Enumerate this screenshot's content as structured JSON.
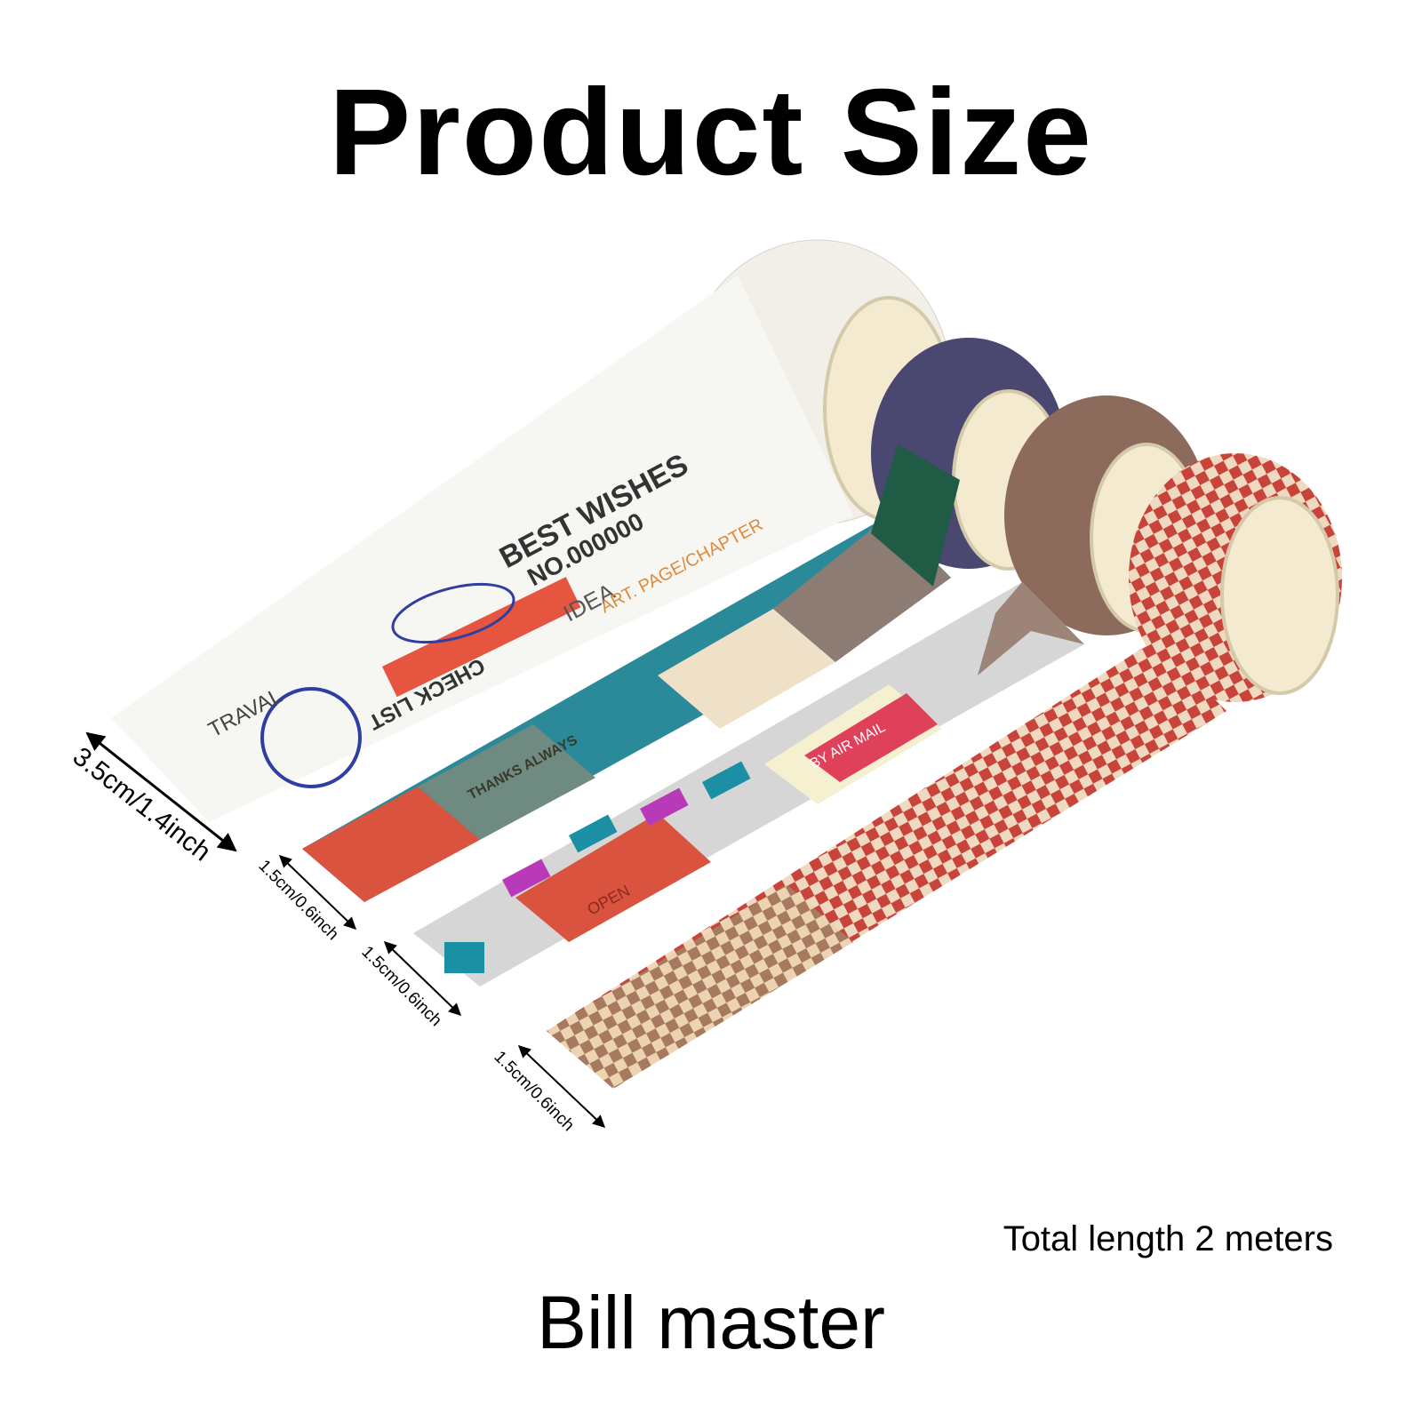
{
  "title": "Product Size",
  "brand": "Bill master",
  "total_length": "Total length 2 meters",
  "dimensions": {
    "wide_tape": "3.5cm/1.4inch",
    "narrow_tape_1": "1.5cm/0.6inch",
    "narrow_tape_2": "1.5cm/0.6inch",
    "narrow_tape_3": "1.5cm/0.6inch"
  },
  "tape_prints": {
    "best_wishes": "BEST WISHES",
    "number": "NO.000000",
    "check_list": "CHECK LIST",
    "travel": "TRAVAL",
    "thanks_always": "THANKS ALWAYS",
    "idea": "IDEA",
    "art_page": "ART. PAGE/CHAPTER",
    "air_mail": "BY AIR MAIL",
    "open": "OPEN"
  },
  "colors": {
    "text": "#000000",
    "tape_red": "#d9533f",
    "tape_teal": "#1b8fa3",
    "tape_green": "#1f5b45",
    "tape_purple": "#4a4770",
    "tape_brown": "#8c6a5c",
    "checker_red": "#c8443a",
    "checker_tan": "#e8c9a0"
  }
}
